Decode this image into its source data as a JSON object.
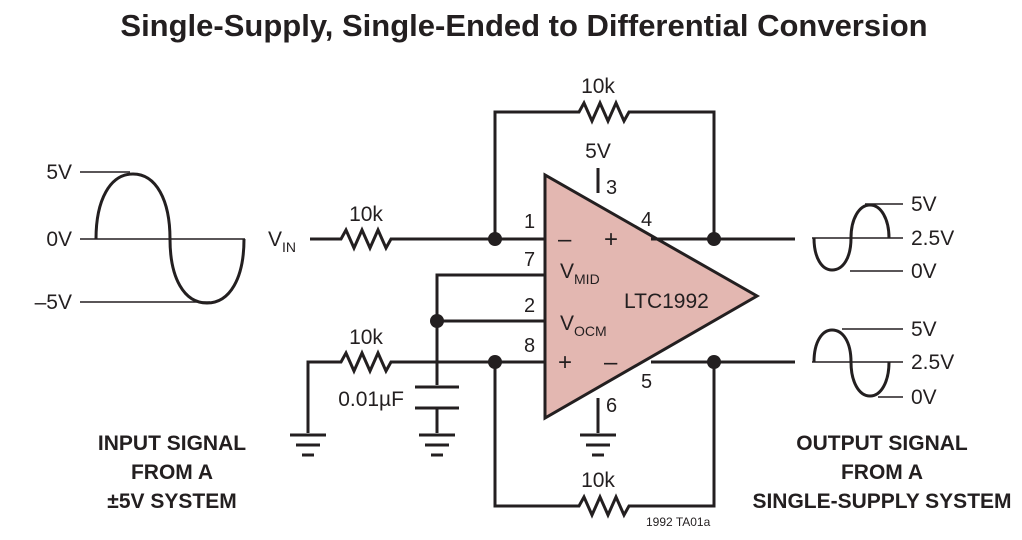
{
  "title": "Single-Supply, Single-Ended to Differential Conversion",
  "colors": {
    "opamp_fill": "#e3b7b1",
    "ink": "#231f20"
  },
  "input_wave": {
    "top_label": "5V",
    "mid_label": "0V",
    "bottom_label": "–5V"
  },
  "vin": {
    "main": "V",
    "sub": "IN"
  },
  "resistors": {
    "input": "10k",
    "feedback_top": "10k",
    "feedback_bottom": "10k",
    "vocm_bias": "10k"
  },
  "capacitor": "0.01µF",
  "supply": "5V",
  "opamp": {
    "part": "LTC1992",
    "vmid_main": "V",
    "vmid_sub": "MID",
    "vocm_main": "V",
    "vocm_sub": "OCM",
    "pins": {
      "p1": "1",
      "p2": "2",
      "p3": "3",
      "p4": "4",
      "p5": "5",
      "p6": "6",
      "p7": "7",
      "p8": "8"
    }
  },
  "output_wave_top": {
    "top_label": "5V",
    "mid_label": "2.5V",
    "bottom_label": "0V"
  },
  "output_wave_bottom": {
    "top_label": "5V",
    "mid_label": "2.5V",
    "bottom_label": "0V"
  },
  "captions": {
    "input": [
      "INPUT SIGNAL",
      "FROM A",
      "±5V SYSTEM"
    ],
    "output": [
      "OUTPUT SIGNAL",
      "FROM A",
      "SINGLE-SUPPLY SYSTEM"
    ]
  },
  "figure_id": "1992 TA01a"
}
